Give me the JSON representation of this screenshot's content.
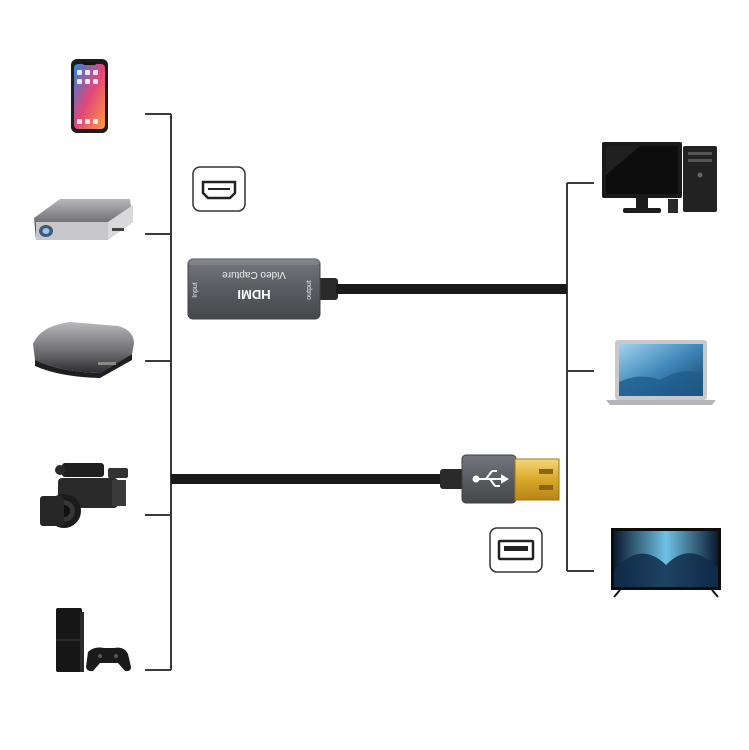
{
  "capture_device": {
    "brand_text": "HDMI",
    "product_text": "Video Capture",
    "input_label": "Input",
    "output_label": "output"
  },
  "sources": [
    {
      "name": "smartphone"
    },
    {
      "name": "projector"
    },
    {
      "name": "set-top-box"
    },
    {
      "name": "video-camera"
    },
    {
      "name": "game-console"
    }
  ],
  "destinations": [
    {
      "name": "desktop-computer"
    },
    {
      "name": "laptop"
    },
    {
      "name": "television"
    }
  ],
  "port_icons": [
    {
      "name": "hdmi-port-icon"
    },
    {
      "name": "usb-port-icon"
    }
  ],
  "colors": {
    "line": "#3a3a3a",
    "device_body": "#5a5c61",
    "usb_gold": "#e0b73a",
    "cable": "#1a1a1a"
  }
}
